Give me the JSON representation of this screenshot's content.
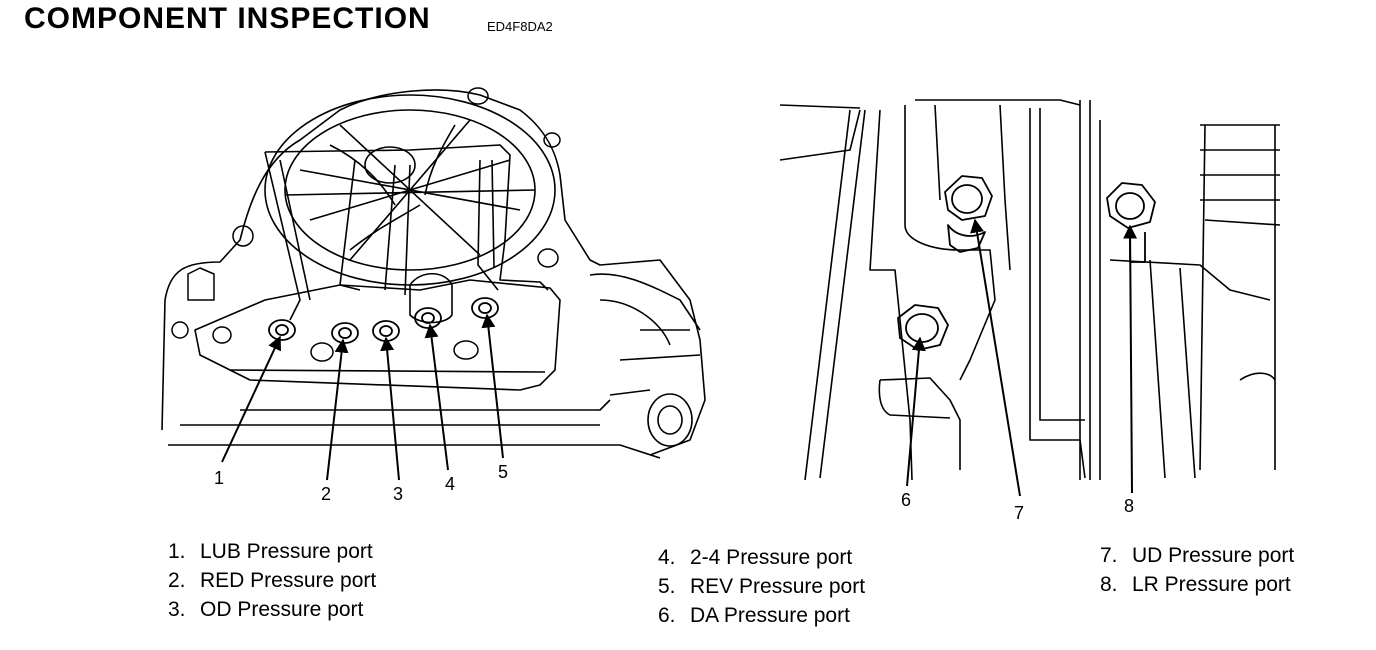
{
  "header": {
    "title": "COMPONENT  INSPECTION",
    "code": "ED4F8DA2"
  },
  "callouts": [
    "1",
    "2",
    "3",
    "4",
    "5",
    "6",
    "7",
    "8"
  ],
  "legend": {
    "col1": [
      {
        "num": "1.",
        "label": "LUB Pressure port"
      },
      {
        "num": "2.",
        "label": "RED Pressure port"
      },
      {
        "num": "3.",
        "label": "OD Pressure port"
      }
    ],
    "col2": [
      {
        "num": "4.",
        "label": "2-4 Pressure port"
      },
      {
        "num": "5.",
        "label": "REV Pressure port"
      },
      {
        "num": "6.",
        "label": "DA Pressure port"
      }
    ],
    "col3": [
      {
        "num": "7.",
        "label": "UD Pressure port"
      },
      {
        "num": "8.",
        "label": "LR Pressure port"
      }
    ]
  }
}
